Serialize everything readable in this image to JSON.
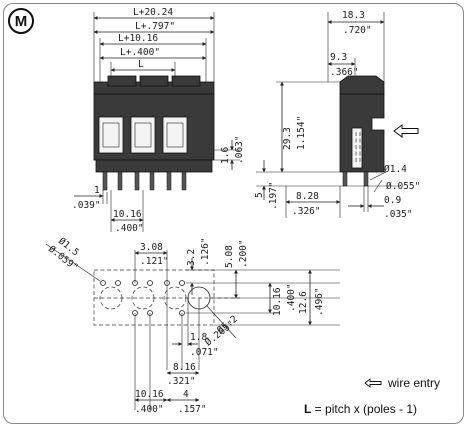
{
  "badge": "M",
  "front_view": {
    "dims_top": [
      "L+20.24",
      "L+.797\"",
      "L+10.16",
      "L+.400\"",
      "L"
    ],
    "side_small_1": "1.6",
    "side_small_2": ".063\"",
    "bottom_left_1": "1",
    "bottom_left_2": ".039\"",
    "bottom_pitch_1": "10.16",
    "bottom_pitch_2": ".400\""
  },
  "side_view": {
    "top_1": "18.3",
    "top_2": ".720\"",
    "mid_1": "9.3",
    "mid_2": ".366\"",
    "height_1": "29.3",
    "height_2": "1.154\"",
    "left_1": "5",
    "left_2": ".197\"",
    "bottom_1": "8.28",
    "bottom_2": ".326\"",
    "pin_dia_1": "Ø1.4",
    "pin_dia_2": "Ø.055\"",
    "pin_w_1": "0.9",
    "pin_w_2": ".035\""
  },
  "footprint": {
    "hole_small_1": "Ø1.5",
    "hole_small_2": "Ø.059\"",
    "top_1": "3.08",
    "top_2": ".121\"",
    "v1_1": "3.2",
    "v1_2": ".126\"",
    "v2_1": "5.08",
    "v2_2": ".200\"",
    "v3_1": "10.16",
    "v3_2": ".400\"",
    "v4_1": "12.6",
    "v4_2": ".496\"",
    "hole_big_1": "Ø5.2",
    "hole_big_2": "Ø.205\"",
    "h1_1": "1.8",
    "h1_2": ".071\"",
    "h2_1": "8.16",
    "h2_2": ".321\"",
    "h3_1": "10.16",
    "h3_2": ".400\"",
    "h4_1": "4",
    "h4_2": ".157\""
  },
  "legend": {
    "wire_entry": "wire entry",
    "l_symbol": "L",
    "l_formula": " = pitch x (poles - 1)"
  }
}
